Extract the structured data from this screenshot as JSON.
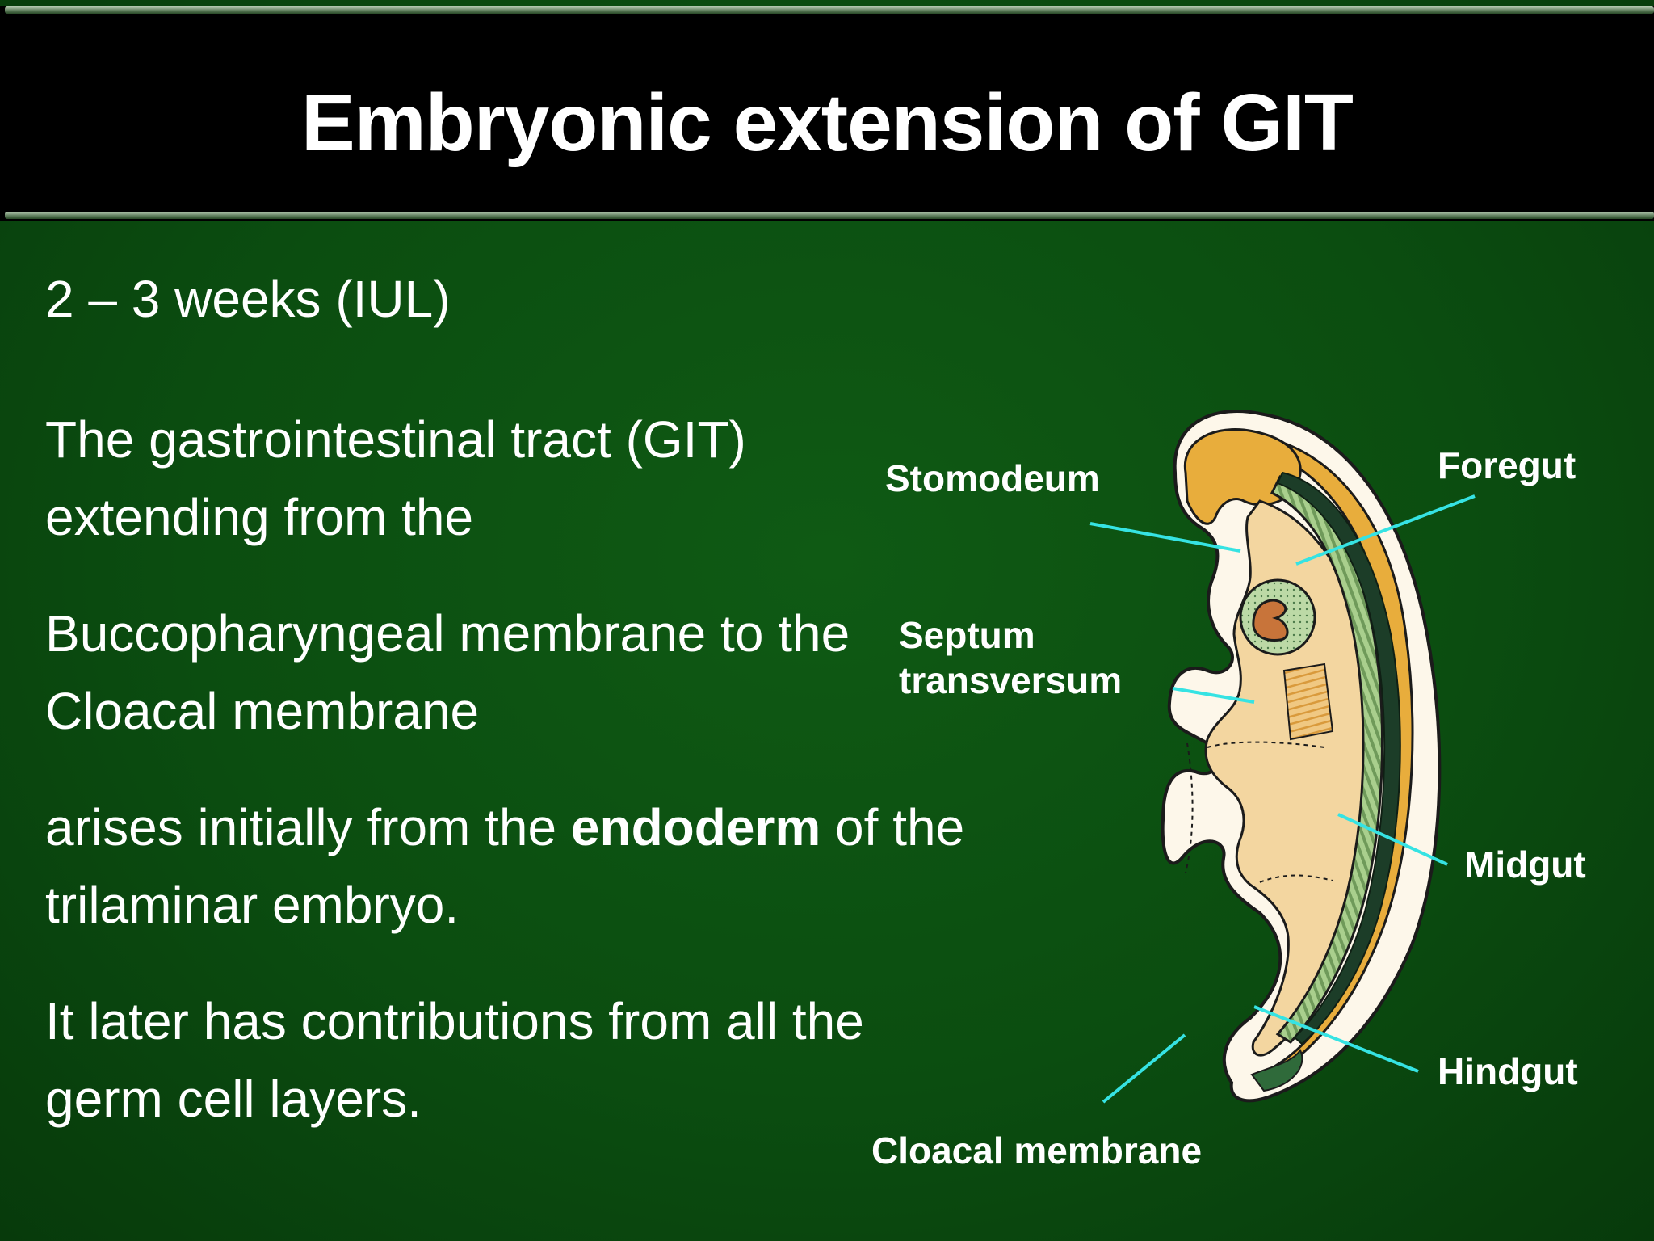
{
  "slide": {
    "title": "Embryonic extension of GIT",
    "subtitle": "2 – 3 weeks (IUL)",
    "paragraphs": {
      "p1": "The gastrointestinal tract (GIT) extending from the",
      "p2": "Buccopharyngeal membrane to the Cloacal membrane",
      "p3_pre": "arises initially from the ",
      "p3_bold": "endoderm",
      "p3_post": " of the trilaminar embryo.",
      "p4": "It later has contributions from all the germ cell layers."
    }
  },
  "diagram": {
    "labels": {
      "stomodeum": "Stomodeum",
      "foregut": "Foregut",
      "septum_line1": "Septum",
      "septum_line2": "transversum",
      "midgut": "Midgut",
      "hindgut": "Hindgut",
      "cloacal_membrane": "Cloacal membrane"
    },
    "colors": {
      "background_green": "#0b4d10",
      "leader_line": "#36e3e3",
      "embryo_tan": "#f3d6a0",
      "embryo_gold": "#e8ad3c",
      "gut_green": "#9cc483",
      "gut_dark": "#1c3d28"
    }
  }
}
